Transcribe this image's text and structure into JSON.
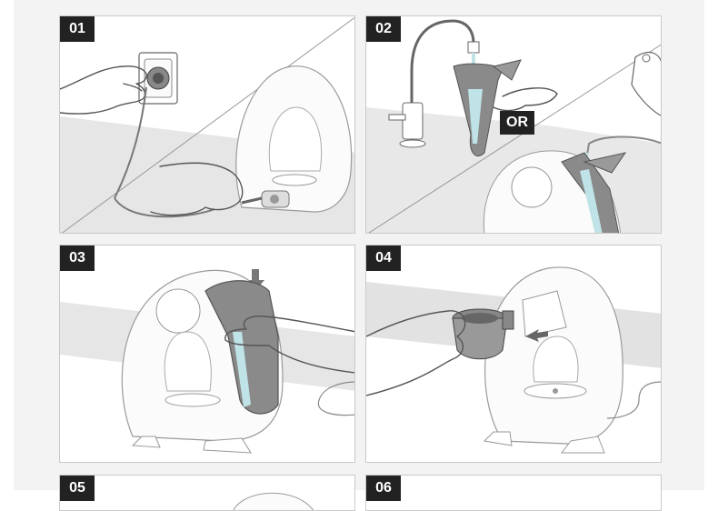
{
  "steps": [
    {
      "label": "01"
    },
    {
      "label": "02",
      "or_label": "OR"
    },
    {
      "label": "03"
    },
    {
      "label": "04"
    },
    {
      "label": "05"
    },
    {
      "label": "06"
    }
  ],
  "colors": {
    "badge_bg": "#222222",
    "badge_text": "#ffffff",
    "water": "#bfe3e6",
    "tank_gray": "#8a8a8a",
    "surface_gray": "#e2e2e2",
    "panel_border": "#c9c9c9",
    "sheet_bg": "#f3f3f3"
  },
  "illustrations": [
    "hand-plugging-cable-into-wall-socket",
    "hand-connecting-cable-to-machine-base",
    "water-faucet-filling-tank",
    "water-bottle-filling-tank",
    "hand-inserting-water-tank-into-machine",
    "hand-inserting-capsule-holder-into-machine"
  ]
}
